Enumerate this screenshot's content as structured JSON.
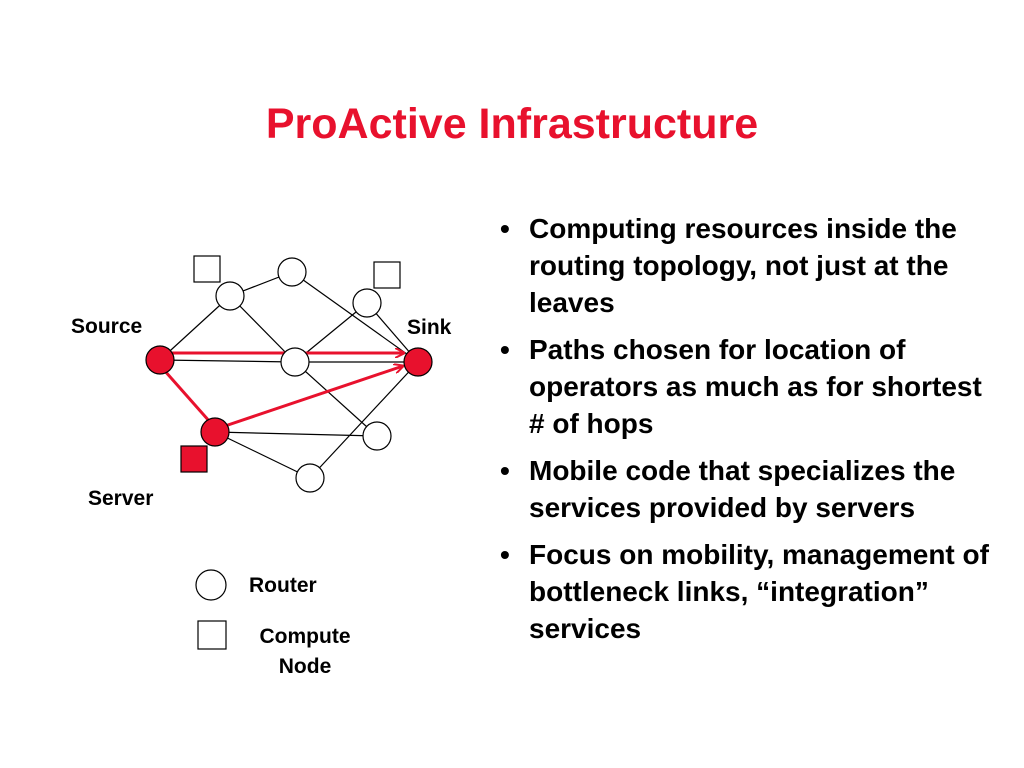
{
  "slide": {
    "title": "ProActive Infrastructure"
  },
  "diagram": {
    "labels": {
      "source": "Source",
      "sink": "Sink",
      "server": "Server"
    },
    "legend": {
      "router": "Router",
      "compute_line1": "Compute",
      "compute_line2": "Node"
    },
    "colors": {
      "highlight": "#e8112d",
      "stroke": "#000000",
      "node_fill": "#ffffff"
    }
  },
  "bullets": {
    "marker": "•",
    "items": [
      "Computing resources inside the routing topology, not just at the leaves",
      "Paths chosen for location of operators as much as for shortest # of hops",
      "Mobile code that specializes the services provided by servers",
      "Focus on mobility, management of bottleneck links, “integration” services"
    ]
  }
}
